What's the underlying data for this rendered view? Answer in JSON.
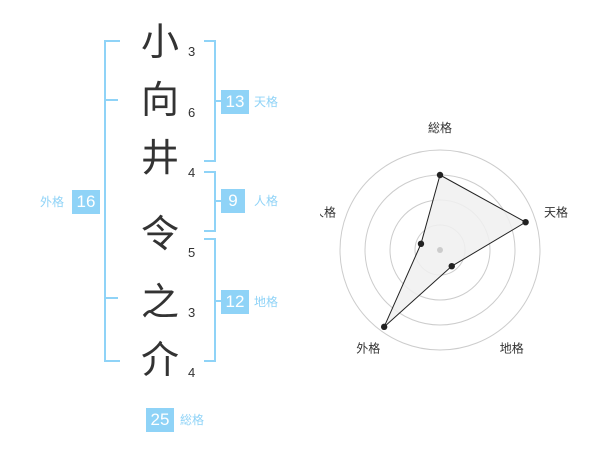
{
  "name": {
    "characters": [
      {
        "char": "小",
        "strokes": "3"
      },
      {
        "char": "向",
        "strokes": "6"
      },
      {
        "char": "井",
        "strokes": "4"
      },
      {
        "char": "令",
        "strokes": "5"
      },
      {
        "char": "之",
        "strokes": "3"
      },
      {
        "char": "介",
        "strokes": "4"
      }
    ]
  },
  "kakusu": {
    "tenkaku": {
      "value": "13",
      "label": "天格"
    },
    "jinkaku": {
      "value": "9",
      "label": "人格"
    },
    "chikaku": {
      "value": "12",
      "label": "地格"
    },
    "gaikaku": {
      "value": "16",
      "label": "外格"
    },
    "soukaku": {
      "value": "25",
      "label": "総格"
    }
  },
  "colors": {
    "accent": "#8fd3f7",
    "text": "#333333",
    "radar_fill": "#f0f0f0",
    "radar_grid": "#cccccc"
  },
  "chart_data": {
    "type": "radar",
    "axes": [
      "総格",
      "天格",
      "地格",
      "外格",
      "人格"
    ],
    "values": [
      0.75,
      0.9,
      0.2,
      0.95,
      0.2
    ],
    "rings": 4,
    "scale": [
      0,
      1
    ]
  }
}
